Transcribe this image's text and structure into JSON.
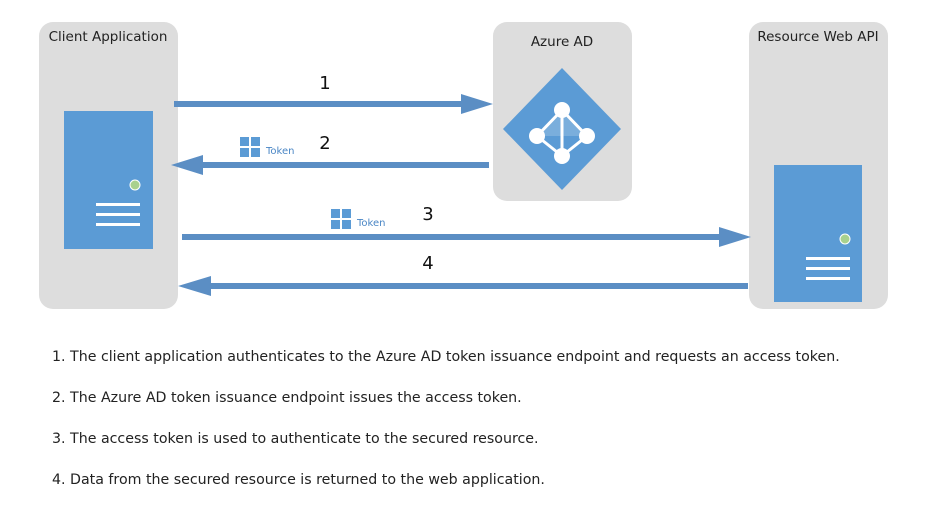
{
  "colors": {
    "box": "#dddddd",
    "blue": "#5b9bd5",
    "arrow": "#5b8ec4",
    "triangle": "#7aaedc",
    "light": "#ffffff",
    "led": "#a9d18e"
  },
  "boxes": {
    "client": "Client Application",
    "azure": "Azure AD",
    "resource": "Resource Web API"
  },
  "arrows": {
    "step1": "1",
    "step2": "2",
    "step3": "3",
    "step4": "4"
  },
  "tokens": {
    "token2": "Token",
    "token3": "Token"
  },
  "steps": [
    "1. The client application authenticates to the Azure AD token issuance endpoint and requests an access token.",
    "2. The Azure AD token issuance endpoint issues the access token.",
    "3. The access token is used to authenticate to the secured resource.",
    "4. Data from the secured resource is returned to the web application."
  ]
}
